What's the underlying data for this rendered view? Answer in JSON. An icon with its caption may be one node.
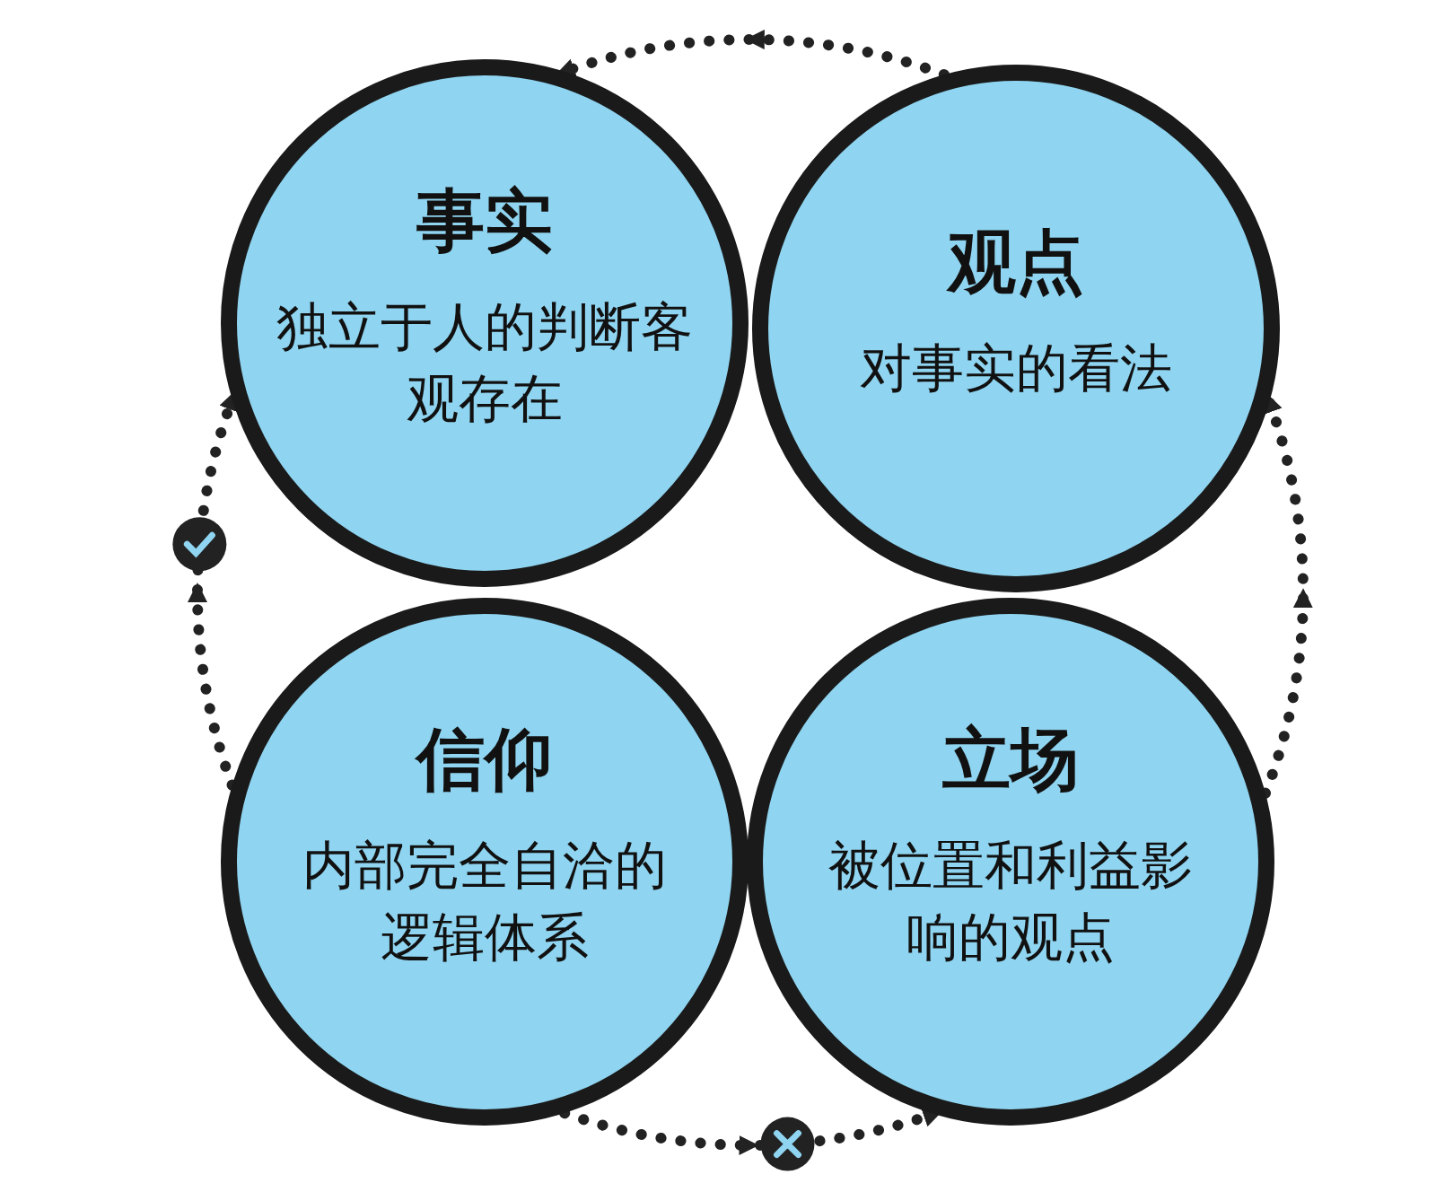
{
  "diagram": {
    "nodes": [
      {
        "text": [
          "事实",
          "独立于人的判断客观存在"
        ]
      },
      {
        "text": [
          "观点",
          "对事实的看法"
        ]
      },
      {
        "text": [
          "信仰",
          "内部完全自洽的逻辑体系"
        ]
      },
      {
        "text": [
          "立场",
          "被位置和利益影响的观点"
        ]
      }
    ],
    "edges": [
      {
        "from": 1,
        "to": 0,
        "arrow": "to"
      },
      {
        "from": 2,
        "to": 0,
        "arrow": "to"
      },
      {
        "from": 2,
        "to": 3,
        "arrow": "to"
      },
      {
        "from": 3,
        "to": 1,
        "arrow": "to"
      }
    ]
  }
}
